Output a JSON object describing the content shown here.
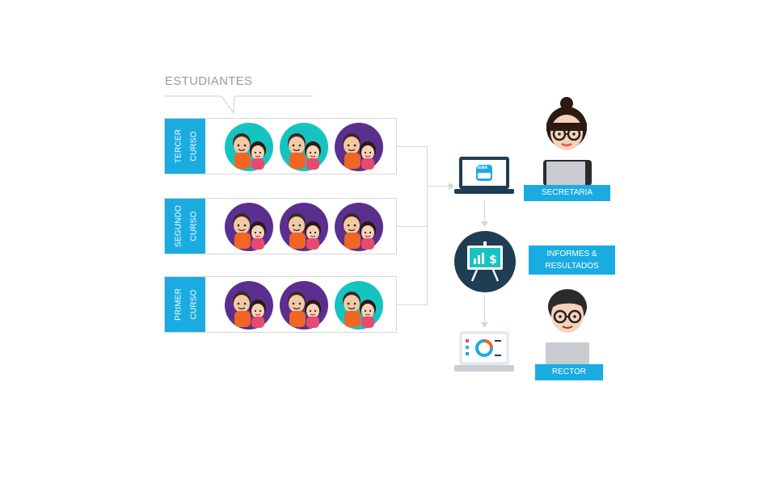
{
  "title": "ESTUDIANTES",
  "courses": [
    {
      "line1": "TERCER",
      "line2": "CURSO"
    },
    {
      "line1": "SEGUNDO",
      "line2": "CURSO"
    },
    {
      "line1": "PRIMER",
      "line2": "CURSO"
    }
  ],
  "laptop_screen_text": "TEMA",
  "secretaria": "SECRETARIA",
  "informes_line1": "INFORMES &",
  "informes_line2": "RESULTADOS",
  "rector": "RECTOR",
  "colors": {
    "accent": "#1aace1",
    "navy": "#1f3d53",
    "teal": "#17c3c0",
    "purple": "#5b2f8f",
    "orange": "#f26522",
    "skin": "#f7d2b8"
  }
}
